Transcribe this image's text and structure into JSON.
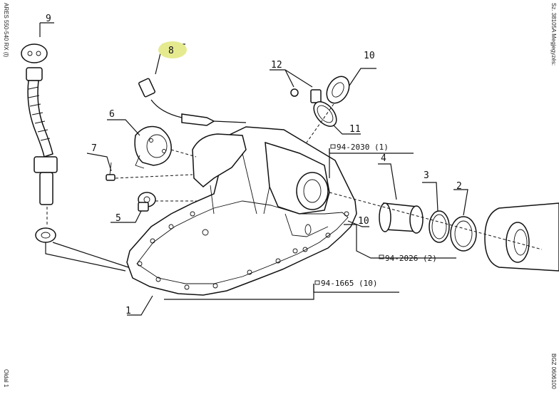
{
  "margin_text": {
    "top_left": "ARES 550-540 RX (l)",
    "bottom_left": "Oldal 1",
    "top_right": "Sz. 38105A  Megjegyzés:",
    "bottom_right": "BGZ  0606100"
  },
  "callouts": [
    "1",
    "2",
    "3",
    "4",
    "5",
    "6",
    "7",
    "8",
    "9",
    "10",
    "11",
    "12",
    "10"
  ],
  "references": {
    "ref_a": "94-2030 (1)",
    "ref_b": "94-2026 (2)",
    "ref_c": "94-1665 (10)"
  },
  "highlight_color": "#e6ea8f"
}
